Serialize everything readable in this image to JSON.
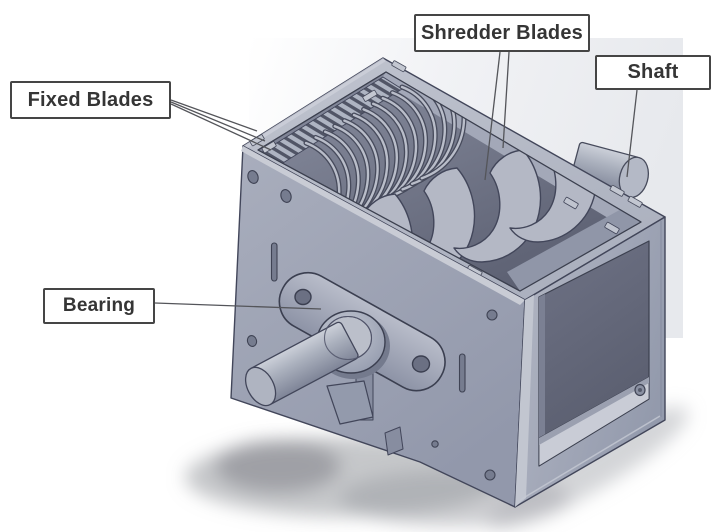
{
  "diagram": {
    "labels": {
      "shredder_blades": "Shredder Blades",
      "fixed_blades": "Fixed Blades",
      "shaft": "Shaft",
      "bearing": "Bearing"
    },
    "colors": {
      "housing_light": "#b7bbc8",
      "housing_mid": "#9ba1b3",
      "housing_dark": "#5c6173",
      "edge": "#42465a",
      "backdrop": "#e9ebee",
      "label_border": "#454545",
      "label_text": "#353535",
      "leader_line": "#54555a"
    }
  }
}
